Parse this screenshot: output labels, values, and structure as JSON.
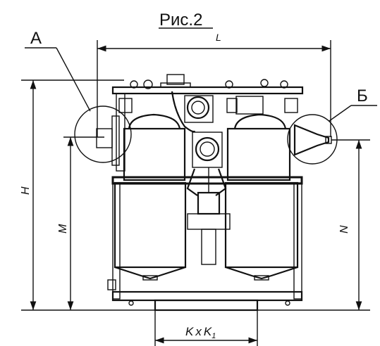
{
  "figure": {
    "title": "Рис.2",
    "callouts": {
      "left": "А",
      "right": "Б"
    },
    "dimensions": {
      "length": "L",
      "height": "H",
      "height_left_inner": "M",
      "height_right_inner": "N",
      "base_k": "K",
      "base_x": "x",
      "base_k1_main": "K",
      "base_k1_sub": "1"
    }
  }
}
